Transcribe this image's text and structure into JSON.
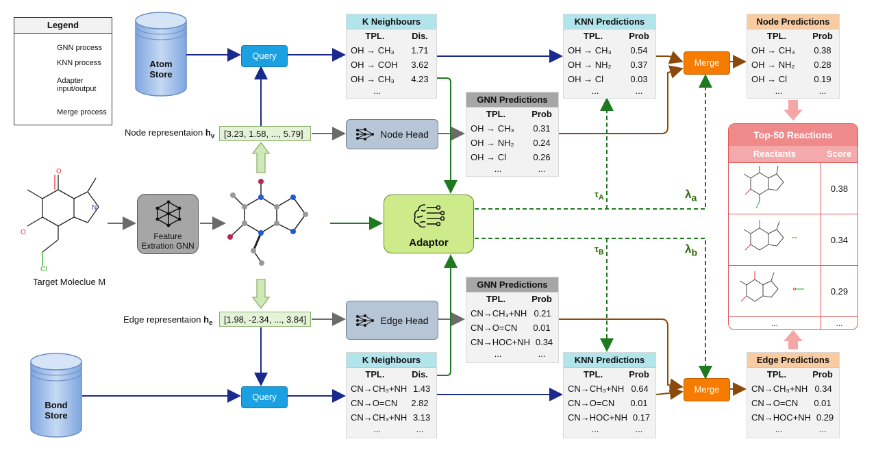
{
  "legend": {
    "title": "Legend",
    "items": [
      {
        "label": "GNN process",
        "color": "#6b6b6b"
      },
      {
        "label": "KNN process",
        "color": "#1a2a8c"
      },
      {
        "label": "Adapter input/output",
        "color": "#1e7a1e"
      },
      {
        "label": "Merge process",
        "color": "#8a4a0a"
      }
    ]
  },
  "stores": {
    "atom": {
      "line1": "Atom",
      "line2": "Store"
    },
    "bond": {
      "line1": "Bond",
      "line2": "Store"
    }
  },
  "query_label": "Query",
  "merge_label": "Merge",
  "feature_gnn": {
    "line1": "Feature",
    "line2": "Extration GNN"
  },
  "target_label": "Target Moleclue M",
  "node_repr": {
    "label": "Node representaion",
    "sym": "h",
    "sub": "v",
    "value": "[3.23, 1.58, ..., 5.79]"
  },
  "edge_repr": {
    "label": "Edge representaion",
    "sym": "h",
    "sub": "e",
    "value": "[1.98, -2.34, ..., 3.84]"
  },
  "node_head": "Node Head",
  "edge_head": "Edge Head",
  "adaptor": "Adaptor",
  "symbols": {
    "tau_a": "τ",
    "tau_a_sub": "A",
    "tau_b": "τ",
    "tau_b_sub": "B",
    "lambda_a": "λ",
    "lambda_a_sub": "a",
    "lambda_b": "λ",
    "lambda_b_sub": "b"
  },
  "tables": {
    "k_neighbours_node": {
      "title": "K Neighbours",
      "col1": "TPL.",
      "col2": "Dis.",
      "rows": [
        [
          "OH → CH₃",
          "1.71"
        ],
        [
          "OH → COH",
          "3.62"
        ],
        [
          "OH → CH₃",
          "4.23"
        ],
        [
          "...",
          ""
        ]
      ]
    },
    "knn_pred_node": {
      "title": "KNN Predictions",
      "col1": "TPL.",
      "col2": "Prob",
      "rows": [
        [
          "OH → CH₃",
          "0.54"
        ],
        [
          "OH → NH₂",
          "0.37"
        ],
        [
          "OH → Cl",
          "0.03"
        ],
        [
          "...",
          "..."
        ]
      ]
    },
    "gnn_pred_node": {
      "title": "GNN Predictions",
      "col1": "TPL.",
      "col2": "Prob",
      "rows": [
        [
          "OH → CH₃",
          "0.31"
        ],
        [
          "OH → NH₂",
          "0.24"
        ],
        [
          "OH → Cl",
          "0.26"
        ],
        [
          "...",
          "..."
        ]
      ]
    },
    "node_pred": {
      "title": "Node Predictions",
      "col1": "TPL.",
      "col2": "Prob",
      "rows": [
        [
          "OH → CH₃",
          "0.38"
        ],
        [
          "OH → NH₂",
          "0.28"
        ],
        [
          "OH → Cl",
          "0.19"
        ],
        [
          "...",
          "..."
        ]
      ]
    },
    "gnn_pred_edge": {
      "title": "GNN Predictions",
      "col1": "TPL.",
      "col2": "Prob",
      "rows": [
        [
          "CN→CH₃+NH",
          "0.21"
        ],
        [
          "CN→O=CN",
          "0.01"
        ],
        [
          "CN→HOC+NH",
          "0.34"
        ],
        [
          "...",
          "..."
        ]
      ]
    },
    "k_neighbours_edge": {
      "title": "K Neighbours",
      "col1": "TPL.",
      "col2": "Dis.",
      "rows": [
        [
          "CN→CH₃+NH",
          "1.43"
        ],
        [
          "CN→O=CN",
          "2.82"
        ],
        [
          "CN→CH₃+NH",
          "3.13"
        ],
        [
          "...",
          "..."
        ]
      ]
    },
    "knn_pred_edge": {
      "title": "KNN Predictions",
      "col1": "TPL.",
      "col2": "Prob",
      "rows": [
        [
          "CN→CH₃+NH",
          "0.64"
        ],
        [
          "CN→O=CN",
          "0.01"
        ],
        [
          "CN→HOC+NH",
          "0.17"
        ],
        [
          "...",
          "..."
        ]
      ]
    },
    "edge_pred": {
      "title": "Edge Predictions",
      "col1": "TPL.",
      "col2": "Prob",
      "rows": [
        [
          "CN→CH₃+NH",
          "0.34"
        ],
        [
          "CN→O=CN",
          "0.01"
        ],
        [
          "CN→HOC+NH",
          "0.29"
        ],
        [
          "...",
          "..."
        ]
      ]
    }
  },
  "top50": {
    "title": "Top-50 Reactions",
    "col1": "Reactants",
    "col2": "Score",
    "scores": [
      "0.38",
      "0.34",
      "0.29"
    ],
    "ellipsis": [
      "...",
      "..."
    ],
    "atom_labels": {
      "O": "O",
      "N": "N",
      "Cl": "Cl"
    }
  }
}
